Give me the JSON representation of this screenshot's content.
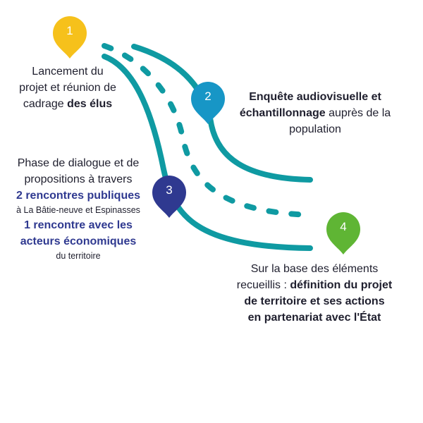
{
  "colors": {
    "road": "#0f9aa2",
    "step1": "#f6c11b",
    "step2": "#1796c6",
    "step3": "#2f3990",
    "step4": "#5fb534",
    "highlight": "#2f3990",
    "text": "#1f1f2e"
  },
  "steps": [
    {
      "number": "1",
      "line1": "Lancement du",
      "line2": "projet et réunion de",
      "line3_plain": "cadrage ",
      "line3_bold": "des élus"
    },
    {
      "number": "2",
      "line1_bold": "Enquête audiovisuelle et",
      "line2_bold": "échantillonnage",
      "line2_plain": " auprès de la",
      "line3": "population"
    },
    {
      "number": "3",
      "line1": "Phase de dialogue et de",
      "line2": "propositions à travers",
      "line3_highlight": "2 rencontres publiques",
      "line4_small": "à La Bâtie-neuve et Espinasses",
      "line5_highlight": "1 rencontre avec les",
      "line6_highlight": "acteurs économiques",
      "line7_small": "du territoire"
    },
    {
      "number": "4",
      "line1": "Sur la base des éléments",
      "line2_plain": "recueillis : ",
      "line2_bold": "définition du projet",
      "line3_bold": "de territoire et ses actions",
      "line4_bold": "en partenariat avec l'État"
    }
  ]
}
